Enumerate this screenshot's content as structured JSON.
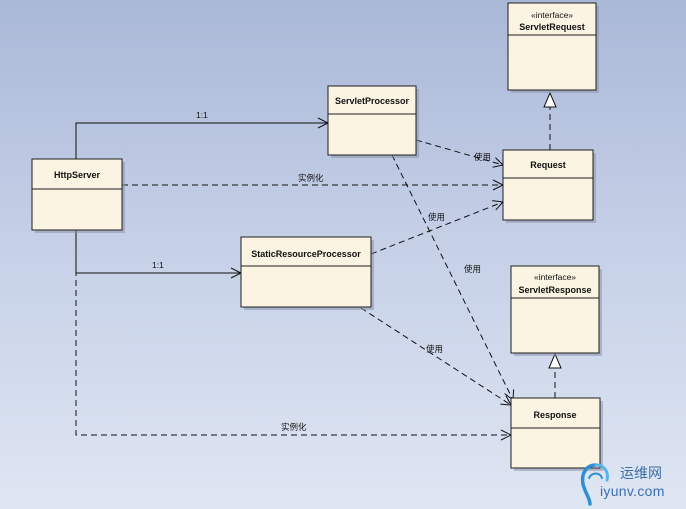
{
  "diagram": {
    "classes": {
      "http_server": {
        "name": "HttpServer",
        "stereotype": ""
      },
      "servlet_processor": {
        "name": "ServletProcessor",
        "stereotype": ""
      },
      "static_resource_processor": {
        "name": "StaticResourceProcessor",
        "stereotype": ""
      },
      "request": {
        "name": "Request",
        "stereotype": ""
      },
      "response": {
        "name": "Response",
        "stereotype": ""
      },
      "servlet_request": {
        "name": "ServletRequest",
        "stereotype": "«interface»"
      },
      "servlet_response": {
        "name": "ServletResponse",
        "stereotype": "«interface»"
      }
    },
    "connectors": {
      "server_to_servlet_processor": {
        "kind": "association",
        "label": "1:1"
      },
      "server_to_static_processor": {
        "kind": "association",
        "label": "1:1"
      },
      "server_to_request": {
        "kind": "dependency",
        "label": "实例化"
      },
      "server_to_response": {
        "kind": "dependency",
        "label": "实例化"
      },
      "servlet_processor_to_request": {
        "kind": "dependency",
        "label": "使用"
      },
      "servlet_processor_to_response": {
        "kind": "dependency",
        "label": "使用"
      },
      "static_processor_to_request": {
        "kind": "dependency",
        "label": "使用"
      },
      "static_processor_to_response": {
        "kind": "dependency",
        "label": "使用"
      },
      "request_realizes_servlet_request": {
        "kind": "realization",
        "label": ""
      },
      "response_realizes_servlet_response": {
        "kind": "realization",
        "label": ""
      }
    }
  },
  "watermark": {
    "site_name": "运维网",
    "url": "iyunv.com"
  }
}
